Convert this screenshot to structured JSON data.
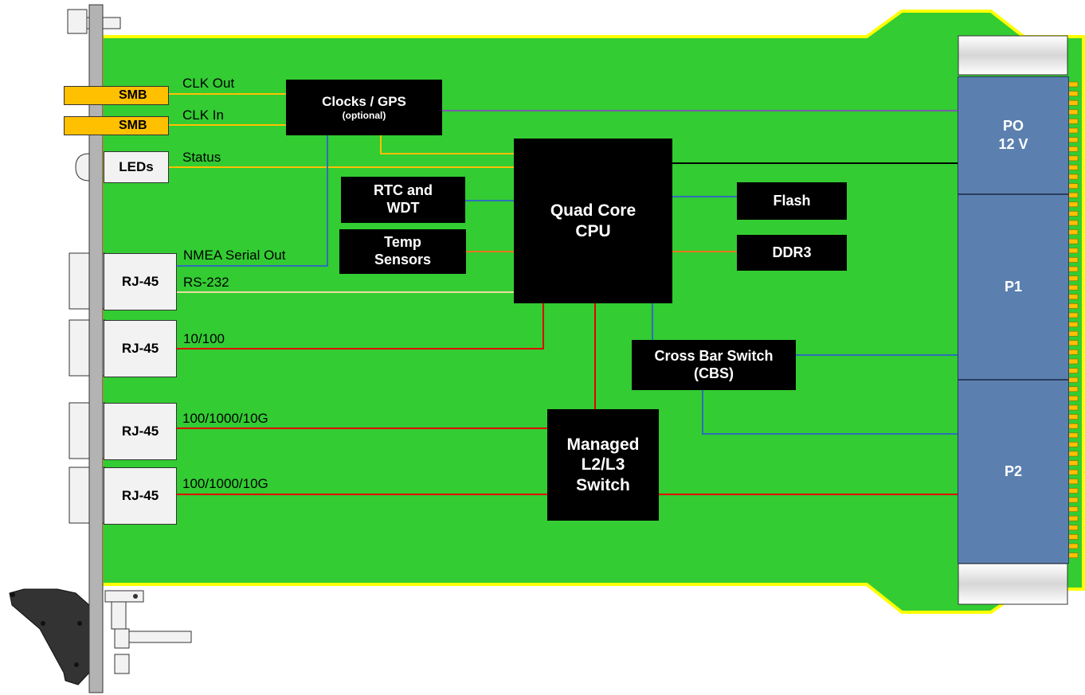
{
  "front_panel": {
    "smb_1": "SMB",
    "smb_2": "SMB",
    "leds": "LEDs",
    "rj45_1": "RJ-45",
    "rj45_2": "RJ-45",
    "rj45_3": "RJ-45",
    "rj45_4": "RJ-45"
  },
  "signals": {
    "clk_out": "CLK Out",
    "clk_in": "CLK In",
    "status": "Status",
    "nmea": "NMEA Serial Out",
    "rs232": "RS-232",
    "eth_10_100": "10/100",
    "eth_10g_1": "100/1000/10G",
    "eth_10g_2": "100/1000/10G"
  },
  "blocks": {
    "clocks_gps": "Clocks / GPS",
    "clocks_gps_note": "(optional)",
    "rtc_line1": "RTC and",
    "rtc_line2": "WDT",
    "temp_line1": "Temp",
    "temp_line2": "Sensors",
    "cpu_line1": "Quad Core",
    "cpu_line2": "CPU",
    "flash": "Flash",
    "ddr3": "DDR3",
    "cbs_line1": "Cross Bar Switch",
    "cbs_line2": "(CBS)",
    "switch_line1": "Managed",
    "switch_line2": "L2/L3",
    "switch_line3": "Switch"
  },
  "backplane": {
    "p0_line1": "PO",
    "p0_line2": "12 V",
    "p1": "P1",
    "p2": "P2"
  },
  "colors": {
    "board": "#33cc33",
    "board_edge": "#ffff00",
    "block": "#000000",
    "connector": "#5b80b0",
    "smb": "#ffc000",
    "line_red": "#e00000",
    "line_blue": "#2e6fb8",
    "line_yellow": "#ffc000",
    "line_orange": "#e8761c",
    "line_purple": "#7b5aa6"
  }
}
